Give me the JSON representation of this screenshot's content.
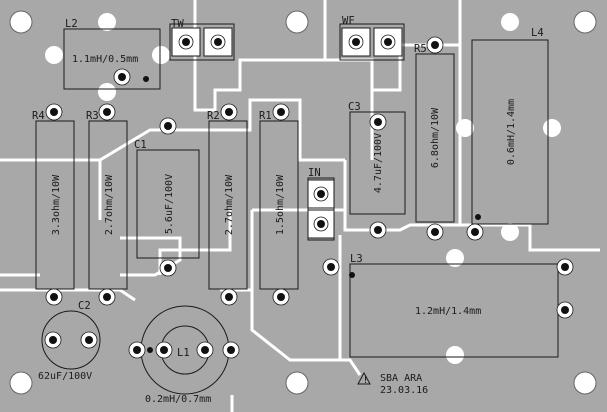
{
  "board": {
    "background": "#a8a8a8",
    "trace_gap": "#ffffff",
    "pad_ring": "#ffffff",
    "pad_hole": "#111111"
  },
  "components": {
    "L2": {
      "ref": "L2",
      "value": "1.1mH/0.5mm"
    },
    "TW": {
      "ref": "TW"
    },
    "WF": {
      "ref": "WF"
    },
    "R5": {
      "ref": "R5",
      "value": "6.8ohm/10W"
    },
    "L4": {
      "ref": "L4",
      "value": "0.6mH/1.4mm"
    },
    "R4": {
      "ref": "R4",
      "value": "3.3ohm/10W"
    },
    "R3": {
      "ref": "R3",
      "value": "2.7ohm/10W"
    },
    "C1": {
      "ref": "C1",
      "value": "5.6uF/100V"
    },
    "R2": {
      "ref": "R2",
      "value": "2.7ohm/10W"
    },
    "R1": {
      "ref": "R1",
      "value": "1.5ohm/10W"
    },
    "C3": {
      "ref": "C3",
      "value": "4.7uF/100V"
    },
    "IN": {
      "ref": "IN"
    },
    "L3": {
      "ref": "L3",
      "value": "1.2mH/1.4mm"
    },
    "C2": {
      "ref": "C2",
      "value": "62uF/100V"
    },
    "L1": {
      "ref": "L1",
      "value": "0.2mH/0.7mm"
    }
  },
  "footer": {
    "maker": "SBA ARA",
    "date": "23.03.16"
  }
}
